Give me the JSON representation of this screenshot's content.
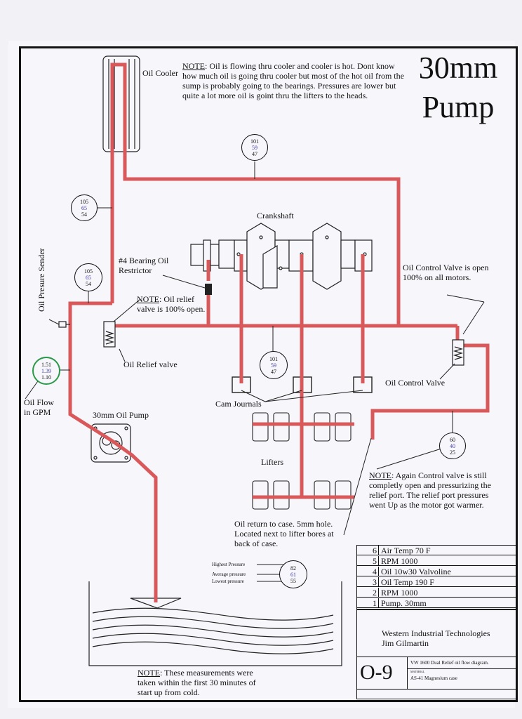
{
  "title": {
    "line1": "30mm",
    "line2": "Pump"
  },
  "notes": {
    "cooler_note_label": "NOTE",
    "cooler_note": ": Oil is flowing thru cooler and cooler is hot. Dont know how much oil is going thru cooler but most of the hot oil from the sump is probably going to the bearings. Pressures are lower but quite a lot more oil is goint thru the lifters to the heads.",
    "relief_note_label": "NOTE",
    "relief_note": ": Oil relief valve is 100% open.",
    "control_note_label": "NOTE",
    "control_note": ": Again Control valve is still completly open and pressurizing the relief port. The relief port pressures went Up as the motor got warmer.",
    "bottom_note_label": "NOTE",
    "bottom_note": ": These measurements were taken within the first 30 minutes of start up from cold.",
    "oil_return": "Oil return to case. 5mm hole. Located next to lifter bores at back of case."
  },
  "labels": {
    "oil_cooler": "Oil Cooler",
    "crankshaft": "Crankshaft",
    "bearing_restrictor": "#4 Bearing Oil Restrictor",
    "oil_pressure_sender": "Oil Presure Sender",
    "oil_relief_valve": "Oil Relief valve",
    "oil_flow": "Oil Flow in GPM",
    "oil_pump": "30mm Oil Pump",
    "cam_journals": "Cam Journals",
    "lifters": "Lifters",
    "control_valve_open": "Oil Control Valve is open 100% on all motors.",
    "oil_control_valve": "Oil Control Valve"
  },
  "gauges": {
    "top": [
      "101",
      "59",
      "47"
    ],
    "cooler_line": [
      "105",
      "65",
      "54"
    ],
    "sender": [
      "105",
      "65",
      "54"
    ],
    "flow": [
      "1.51",
      "1.39",
      "1.10"
    ],
    "center": [
      "101",
      "59",
      "47"
    ],
    "control": [
      "60",
      "40",
      "25"
    ],
    "legend": [
      "82",
      "61",
      "55"
    ]
  },
  "legend": {
    "highest": "Highest Pressure",
    "average": "Average pressure",
    "lowest": "Lowest pressure"
  },
  "table": {
    "rows": [
      {
        "num": "6",
        "label": "Air Temp 70 F"
      },
      {
        "num": "5",
        "label": "RPM 1000"
      },
      {
        "num": "4",
        "label": "Oil 10w30 Valvoline"
      },
      {
        "num": "3",
        "label": "Oil Temp 190 F"
      },
      {
        "num": "2",
        "label": "RPM 1000"
      },
      {
        "num": "1",
        "label": "Pump. 30mm"
      }
    ],
    "company": "Western Industrial Technologies",
    "author": "Jim Gilmartin",
    "drawing_no": "O-9",
    "desc": "VW 1600 Dual Relief oil flow diagram.",
    "material_label": "MATERIAL",
    "material": "AS-41 Magnesium case"
  },
  "colors": {
    "oil_line": "#d9585a",
    "frame": "#141414",
    "flow_gauge": "#2a9a4a"
  }
}
